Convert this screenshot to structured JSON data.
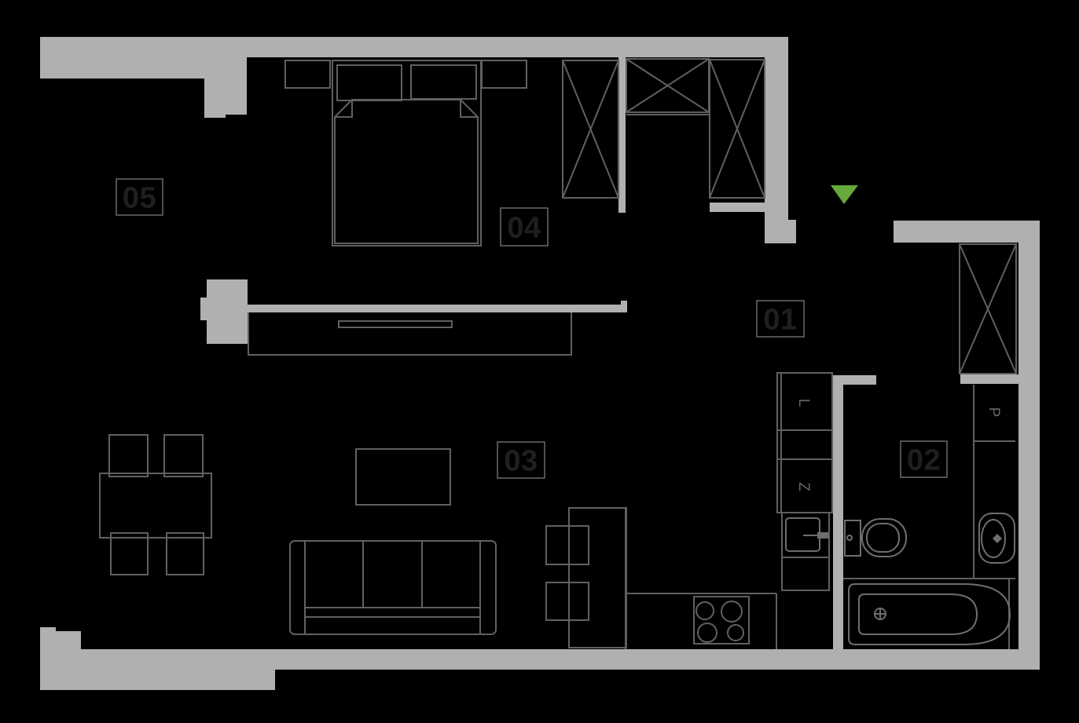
{
  "plan": {
    "room_labels": [
      {
        "number": "01"
      },
      {
        "number": "02"
      },
      {
        "number": "03"
      },
      {
        "number": "04"
      },
      {
        "number": "05"
      }
    ],
    "appliance_labels": {
      "fridge": "L",
      "dishwasher": "Z",
      "washer": "P"
    },
    "entrance": {
      "direction": "down"
    }
  },
  "colors": {
    "background": "#000000",
    "wall": "#b0b0b0",
    "line": "#606060",
    "fixture": "#6e6e6e",
    "label-border": "#6b6b6b",
    "label-text": "#1f1f1f",
    "letter": "#666666",
    "entrance": "#67a83b"
  }
}
